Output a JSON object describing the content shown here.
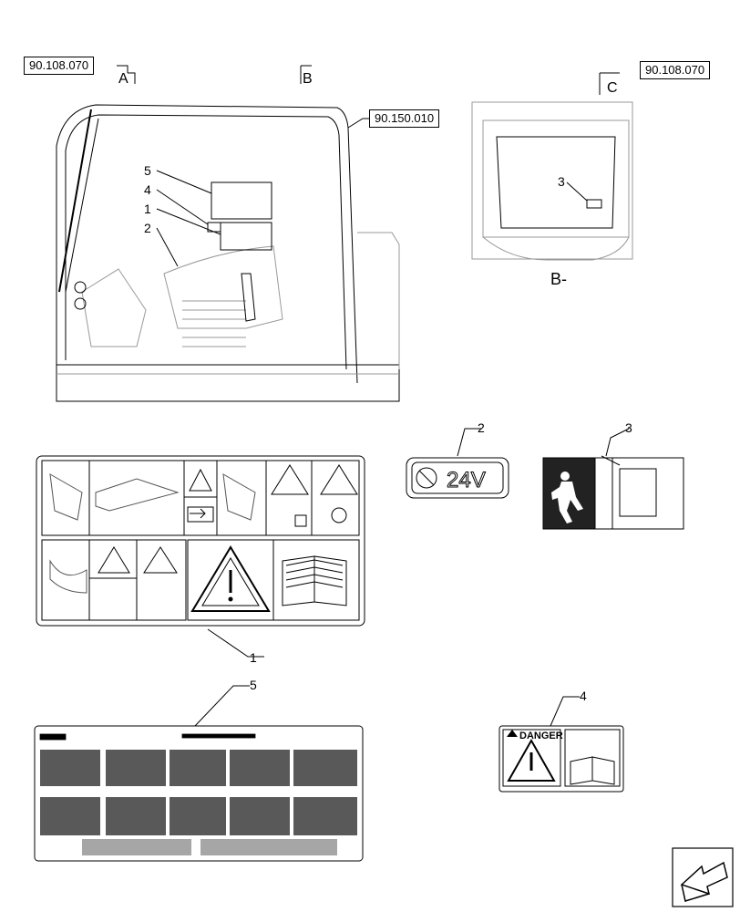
{
  "refs": {
    "ref_a": "90.108.070",
    "ref_b": "90.150.010",
    "ref_c": "90.108.070"
  },
  "section_letters": {
    "a": "A",
    "b": "B",
    "c": "C",
    "b_view": "B-"
  },
  "callouts": [
    "5",
    "4",
    "1",
    "2",
    "3"
  ],
  "decal_numbers": {
    "d1": "1",
    "d2": "2",
    "d3": "3",
    "d4": "4",
    "d5": "5"
  },
  "decal_24v": {
    "text": "24V"
  },
  "decal_danger": {
    "text": "DANGER"
  },
  "colors": {
    "line": "#000000",
    "faint": "#999999",
    "fill": "#222222"
  },
  "icons": [
    "open-book-icon",
    "warning-triangle-icon",
    "emergency-exit-icon",
    "arrow-nav-icon"
  ]
}
